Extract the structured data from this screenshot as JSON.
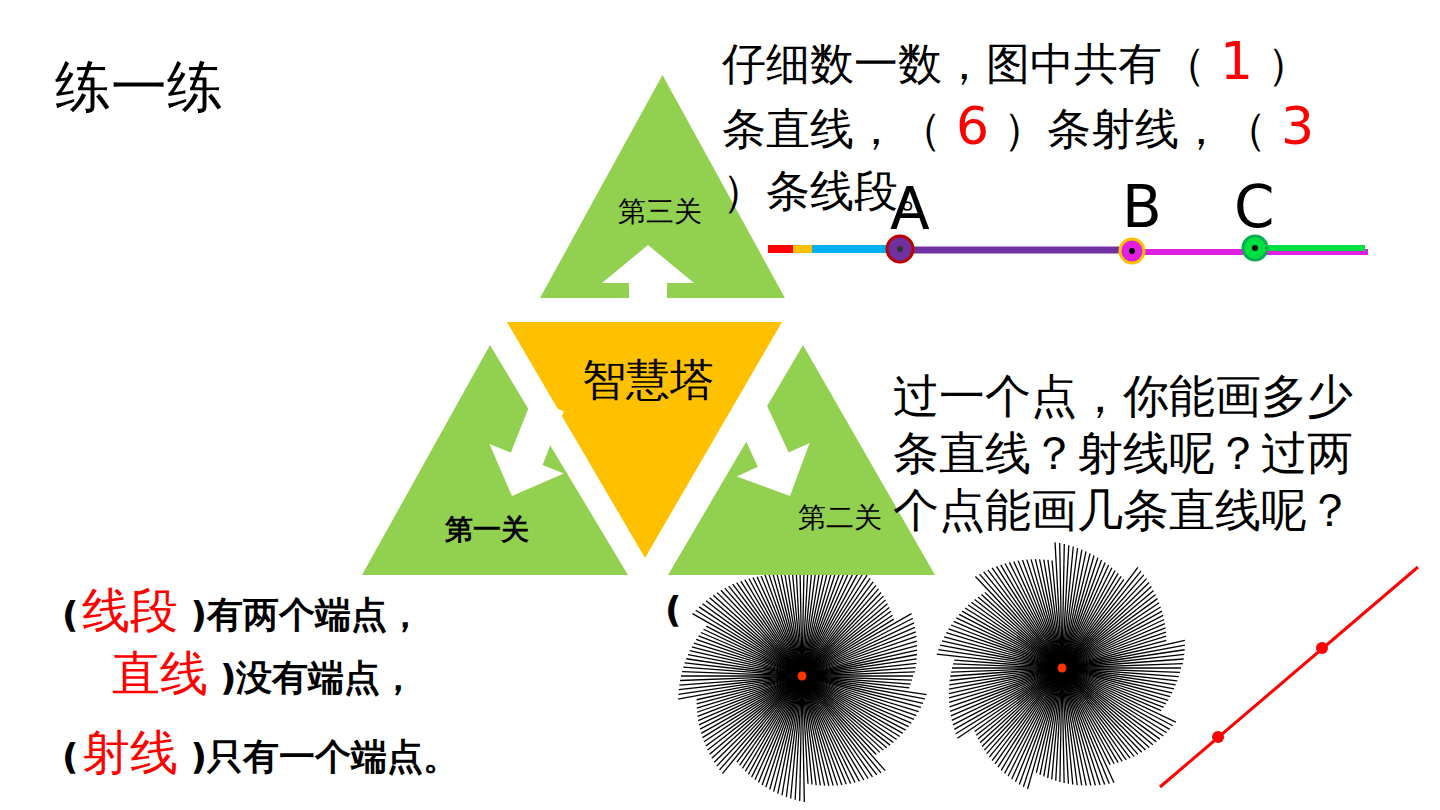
{
  "diagram": {
    "title": "练一练",
    "nodes": [
      {
        "text": [
          "第三关"
        ]
      },
      {
        "text": [
          "智慧塔"
        ]
      },
      {
        "text": [
          "第一关"
        ]
      },
      {
        "text": [
          "第二关"
        ]
      }
    ],
    "labels": [
      "仔细数一数，图中共有（",
      "1",
      "）条直线，（",
      "6",
      "）条射线，（",
      "3",
      "）条线段。",
      "A",
      "B",
      "C",
      "过一个点，你能画多少条直线？射线呢？过两个点能画几条直线呢？",
      "(",
      "线段",
      ")有两个端点，",
      "直线",
      ")没有端点，",
      "(",
      "射线",
      ")只有一个端点。",
      "("
    ]
  }
}
